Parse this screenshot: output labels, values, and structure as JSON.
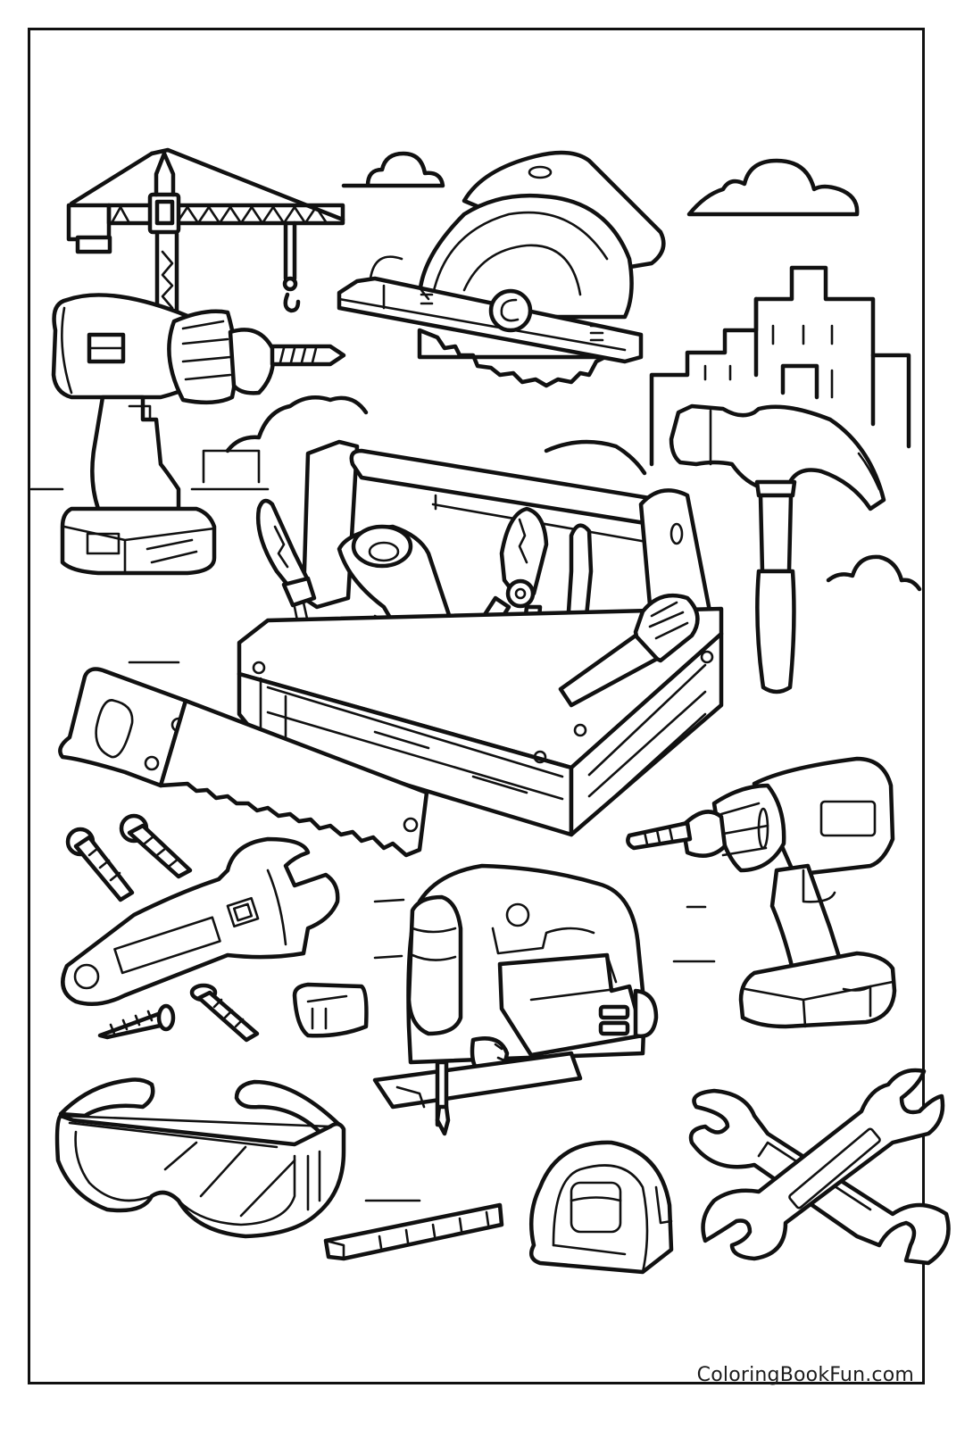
{
  "page": {
    "type": "coloring-page",
    "theme": "construction tools",
    "background_color": "#ffffff",
    "line_color": "#111111"
  },
  "watermark": {
    "text": "ColoringBookFun.com"
  },
  "illustrations": [
    {
      "id": "tower-crane",
      "label": "Tower crane"
    },
    {
      "id": "cordless-drill-left",
      "label": "Cordless drill"
    },
    {
      "id": "circular-saw",
      "label": "Circular saw"
    },
    {
      "id": "city-buildings",
      "label": "City buildings"
    },
    {
      "id": "claw-hammer",
      "label": "Claw hammer"
    },
    {
      "id": "toolbox",
      "label": "Wooden toolbox with tools"
    },
    {
      "id": "hand-saw",
      "label": "Hand saw"
    },
    {
      "id": "nails",
      "label": "Nails and screws"
    },
    {
      "id": "adjustable-wrench",
      "label": "Adjustable wrench"
    },
    {
      "id": "jigsaw",
      "label": "Jigsaw"
    },
    {
      "id": "cordless-drill-right",
      "label": "Cordless drill"
    },
    {
      "id": "tape-measure-small",
      "label": "Small tape measure"
    },
    {
      "id": "safety-goggles",
      "label": "Safety goggles"
    },
    {
      "id": "tape-measure",
      "label": "Tape measure"
    },
    {
      "id": "crossed-wrenches",
      "label": "Crossed open-end wrenches"
    },
    {
      "id": "clouds",
      "label": "Clouds"
    }
  ]
}
